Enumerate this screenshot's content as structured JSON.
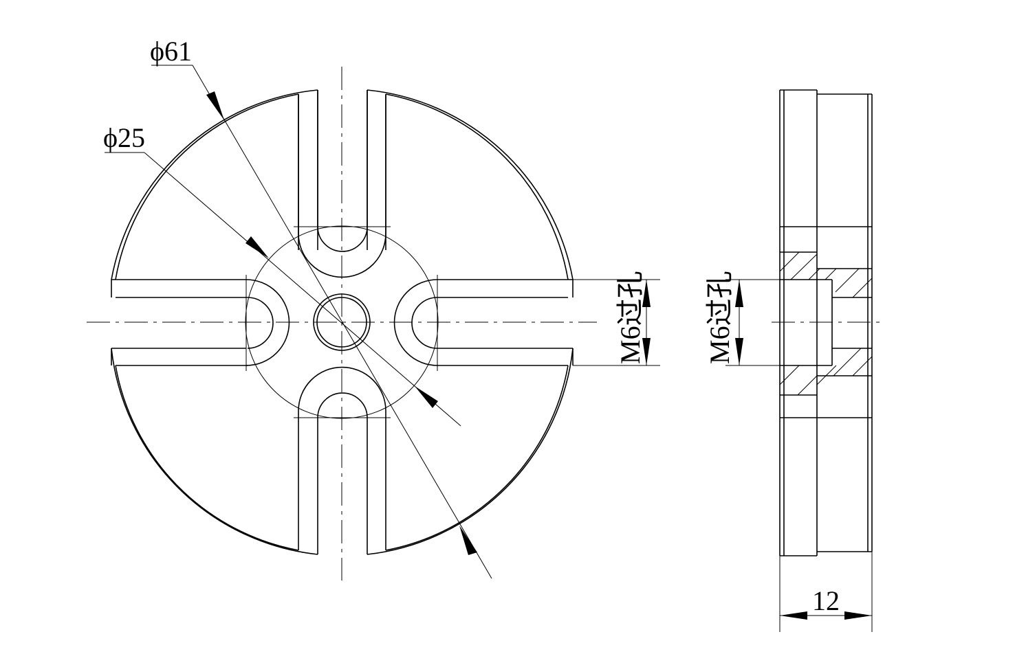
{
  "drawing": {
    "front_view": {
      "dim_outer_diameter": "ϕ61",
      "dim_inner_circle_diameter": "ϕ25",
      "hole_note": "M6过孔"
    },
    "side_view": {
      "hole_note": "M6过孔",
      "dim_thickness": "12"
    }
  }
}
